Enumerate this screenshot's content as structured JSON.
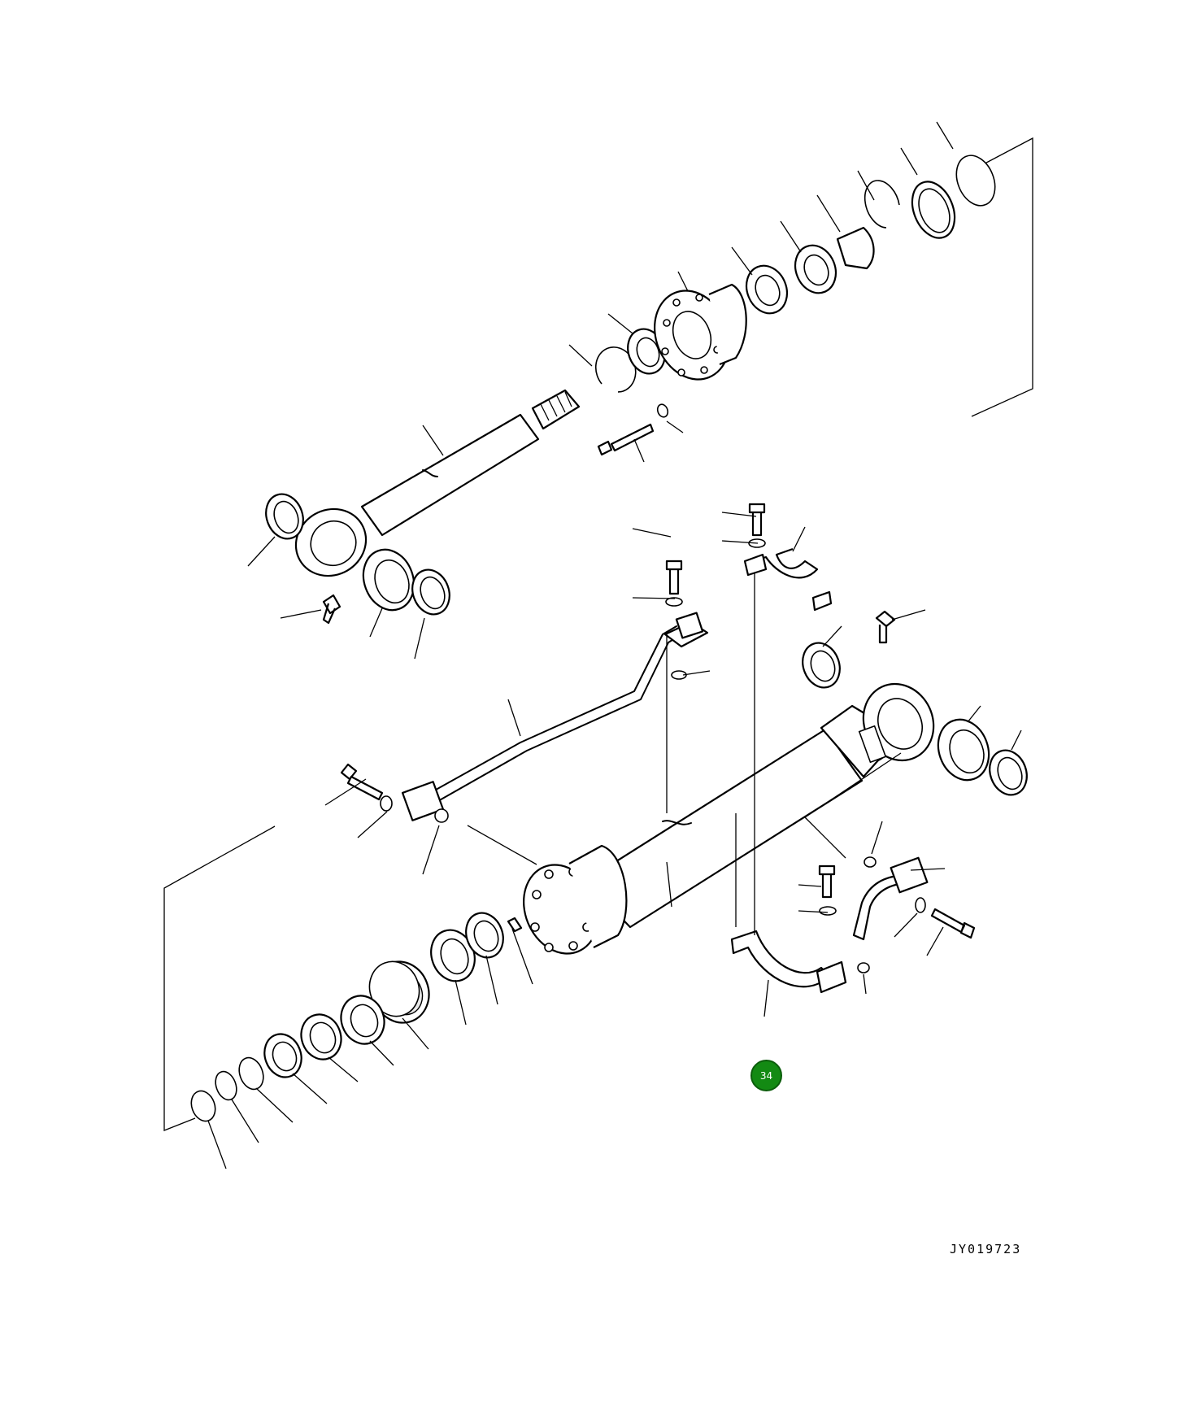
{
  "drawing": {
    "code": "JY019723",
    "callout": "34",
    "callout_color": "#138a13"
  },
  "icons": [
    "hydraulic-cylinder-exploded-view",
    "callout-marker"
  ]
}
